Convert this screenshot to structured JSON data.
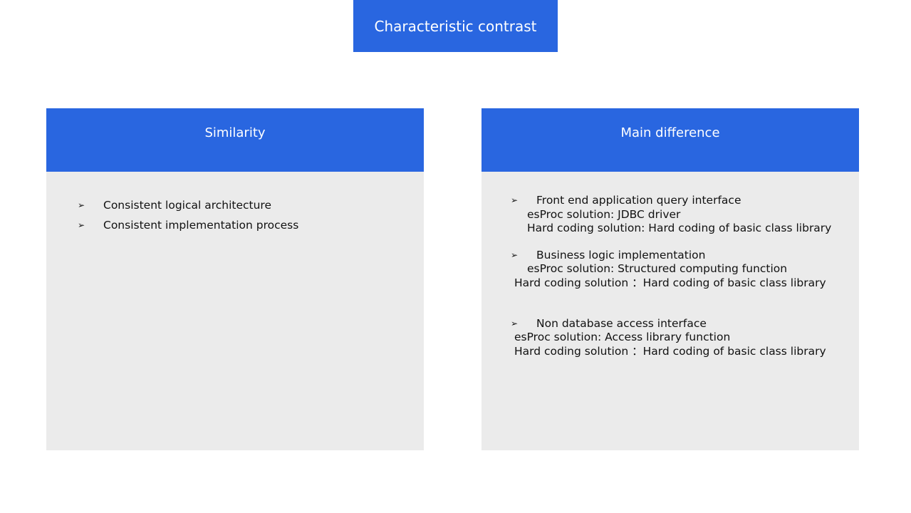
{
  "title": "Characteristic contrast",
  "similarity": {
    "header": "Similarity",
    "items": [
      "Consistent logical architecture",
      "Consistent implementation process"
    ]
  },
  "difference": {
    "header": "Main difference",
    "groups": [
      {
        "heading": "Front end application query interface",
        "esproc": "esProc solution:  JDBC driver",
        "hard": "Hard coding solution: Hard coding of basic class library"
      },
      {
        "heading": "Business logic implementation",
        "esproc": "esProc solution:   Structured computing function",
        "hard": "Hard coding solution ：Hard coding of basic class library"
      },
      {
        "heading": "Non database access interface",
        "esproc": "esProc solution:   Access library function",
        "hard": "Hard coding solution ：Hard coding of basic class library"
      }
    ]
  },
  "colors": {
    "accent": "#2966E0",
    "panel": "#EBEBEB"
  }
}
